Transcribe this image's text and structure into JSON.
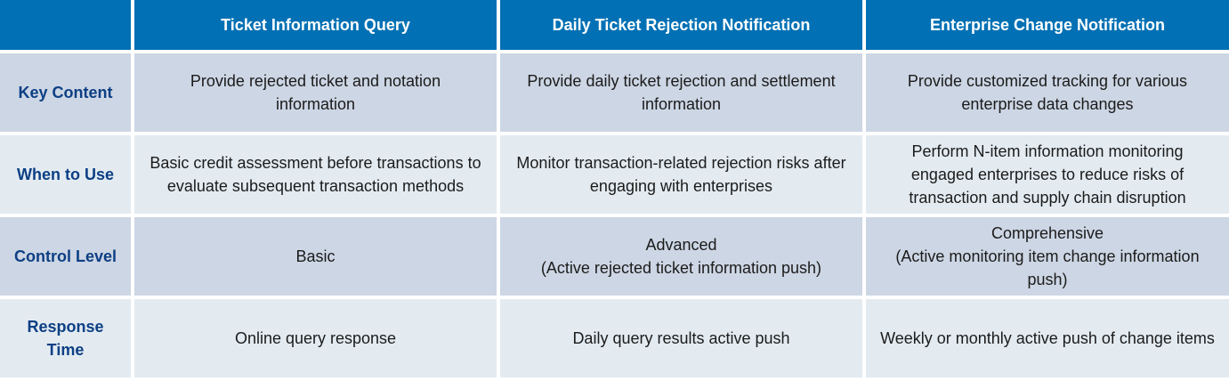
{
  "columns": [
    "Ticket Information Query",
    "Daily Ticket Rejection Notification",
    "Enterprise Change Notification"
  ],
  "rows": [
    {
      "label": "Key Content",
      "cells": [
        "Provide rejected ticket and notation information",
        "Provide daily ticket rejection and settlement information",
        "Provide customized tracking for various enterprise data changes"
      ]
    },
    {
      "label": "When to Use",
      "cells": [
        "Basic credit assessment before transactions to evaluate subsequent transaction methods",
        "Monitor transaction-related rejection risks after engaging with enterprises",
        "Perform N-item information monitoring engaged enterprises to reduce risks of transaction and supply chain disruption"
      ]
    },
    {
      "label": "Control Level",
      "cells": [
        "Basic",
        "Advanced\n(Active rejected ticket information push)",
        "Comprehensive\n(Active monitoring item change information push)"
      ]
    },
    {
      "label": "Response Time",
      "cells": [
        "Online query response",
        "Daily query results active push",
        "Weekly or monthly active push of change items"
      ]
    }
  ]
}
